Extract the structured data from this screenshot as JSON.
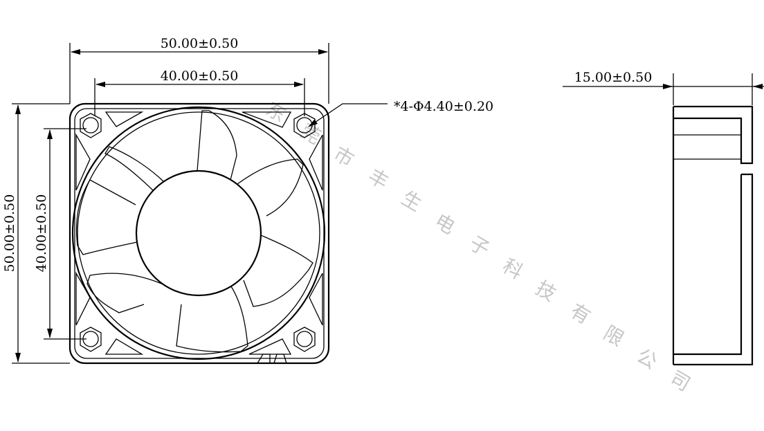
{
  "front_view": {
    "width_dim": "50.00±0.50",
    "hole_spacing_h_dim": "40.00±0.50",
    "height_dim": "50.00±0.50",
    "hole_spacing_v_dim": "40.00±0.50",
    "hole_callout": "*4-Φ4.40±0.20"
  },
  "side_view": {
    "thickness_dim": "15.00±0.50"
  },
  "watermark": [
    "东",
    "莞",
    "市",
    "丰",
    "生",
    "电",
    "子",
    "科",
    "技",
    "有",
    "限",
    "公",
    "司"
  ]
}
